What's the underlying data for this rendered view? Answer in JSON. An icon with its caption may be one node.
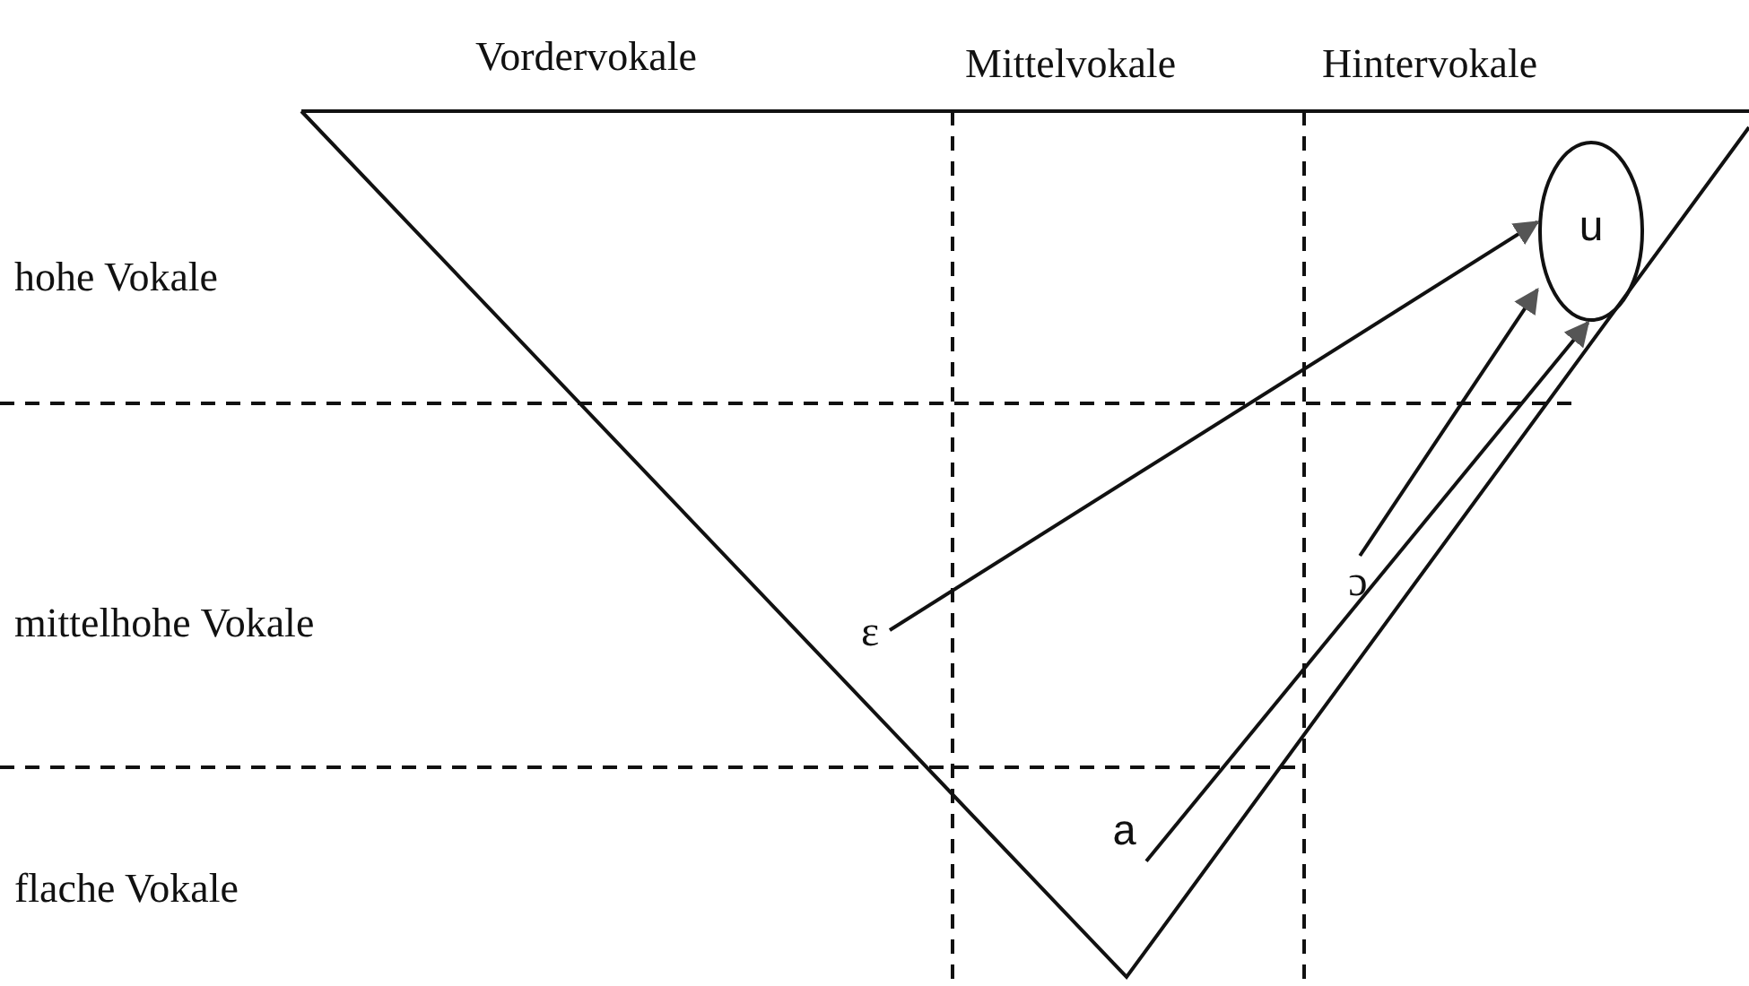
{
  "diagram": {
    "nodes": [
      {
        "text": [
          "ε"
        ]
      },
      {
        "text": [
          "ɔ"
        ]
      },
      {
        "text": [
          "a"
        ]
      },
      {
        "text": [
          "u"
        ]
      }
    ],
    "edges": [
      {
        "from": 0,
        "to": 3,
        "arrow": "to"
      },
      {
        "from": 1,
        "to": 3,
        "arrow": "to"
      },
      {
        "from": 2,
        "to": 3,
        "arrow": "to"
      }
    ],
    "labels": [
      "Vordervokale",
      "Mittelvokale",
      "Hintervokale",
      "hohe Vokale",
      "mittelhohe Vokale",
      "flache Vokale"
    ]
  }
}
